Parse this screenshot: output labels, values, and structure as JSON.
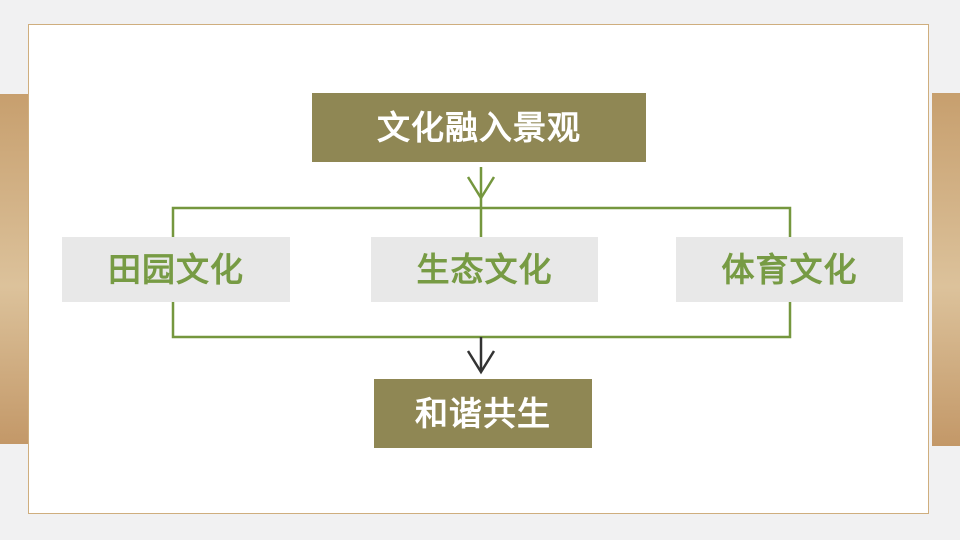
{
  "slide": {
    "top_box": {
      "label": "文化融入景观"
    },
    "middle_boxes": [
      {
        "label": "田园文化"
      },
      {
        "label": "生态文化"
      },
      {
        "label": "体育文化"
      }
    ],
    "bottom_box": {
      "label": "和谐共生"
    },
    "icons": {
      "top_arrow": "green-down-arrow-icon",
      "bottom_arrow": "dark-down-arrow-icon"
    }
  },
  "colors": {
    "page-bg": "#f1f1f2",
    "card-border": "#cfae7e",
    "gold-top": "#c79f6e",
    "gold-mid": "#dcc29b",
    "gold-bottom": "#c39868",
    "olive": "#8f8754",
    "gray-box": "#e8e8e8",
    "green": "#75973e",
    "green-text": "#779b44",
    "arrow-dark": "#333333"
  }
}
